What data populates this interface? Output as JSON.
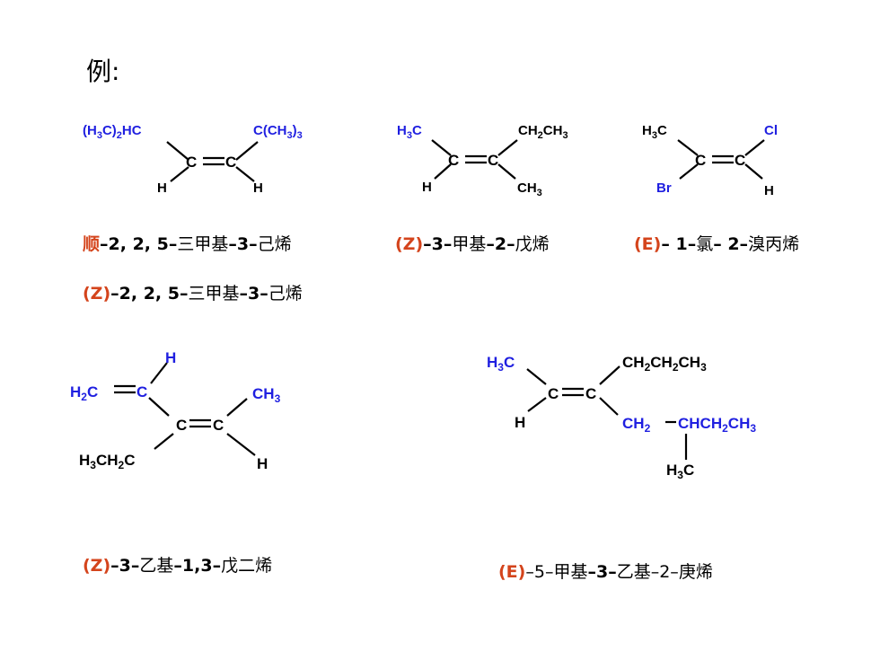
{
  "heading": "例:",
  "colors": {
    "blue_label": "#1f1fe0",
    "config_red": "#d4441c",
    "bond": "#000000"
  },
  "m1": {
    "sub_tl": "(H3C)2HC",
    "sub_tr": "C(CH3)3",
    "sub_bl": "H",
    "sub_br": "H",
    "c1": "C",
    "c2": "C",
    "name1": {
      "cfg": "顺",
      "p1": "–2, 2, 5–",
      "p2": "三甲基",
      "p3": "–3–",
      "p4": "己烯"
    },
    "name2": {
      "cfg": "(Z)",
      "p1": "–2, 2, 5–",
      "p2": "三甲基",
      "p3": "–3–",
      "p4": "己烯"
    }
  },
  "m2": {
    "sub_tl": "H3C",
    "sub_tr": "CH2CH3",
    "sub_bl": "H",
    "sub_br": "CH3",
    "c1": "C",
    "c2": "C",
    "name": {
      "cfg": "(Z)",
      "p1": "–3–",
      "p2": "甲基",
      "p3": "–2–",
      "p4": "戊烯"
    }
  },
  "m3": {
    "sub_tl": "H3C",
    "sub_tr": "Cl",
    "sub_bl": "Br",
    "sub_br": "H",
    "c1": "C",
    "c2": "C",
    "name": {
      "cfg": "(E)",
      "p1": "– 1–",
      "p2": "氯",
      "p3": "– 2–",
      "p4": "溴丙烯"
    }
  },
  "m4": {
    "vinyl": "H2C",
    "vinyl_c": "C",
    "vinyl_h": "H",
    "sub_tr": "CH3",
    "sub_bl": "H3CH2C",
    "sub_br": "H",
    "c1": "C",
    "c2": "C",
    "name": {
      "cfg": "(Z)",
      "p1": "–3–",
      "p2": "乙基",
      "p3": "–1,3–",
      "p4": "戊二烯"
    }
  },
  "m5": {
    "sub_tl": "H3C",
    "sub_tr": "CH2CH2CH3",
    "sub_bl": "H",
    "sub_br": "CH2",
    "chain": "CHCH2CH3",
    "branch": "H3C",
    "c1": "C",
    "c2": "C",
    "name": {
      "cfg": "(E)",
      "p1": "–5–",
      "p2": "甲基",
      "p3": "–3–",
      "p4": "乙基",
      "p5": "–2–",
      "p6": "庚烯"
    }
  }
}
